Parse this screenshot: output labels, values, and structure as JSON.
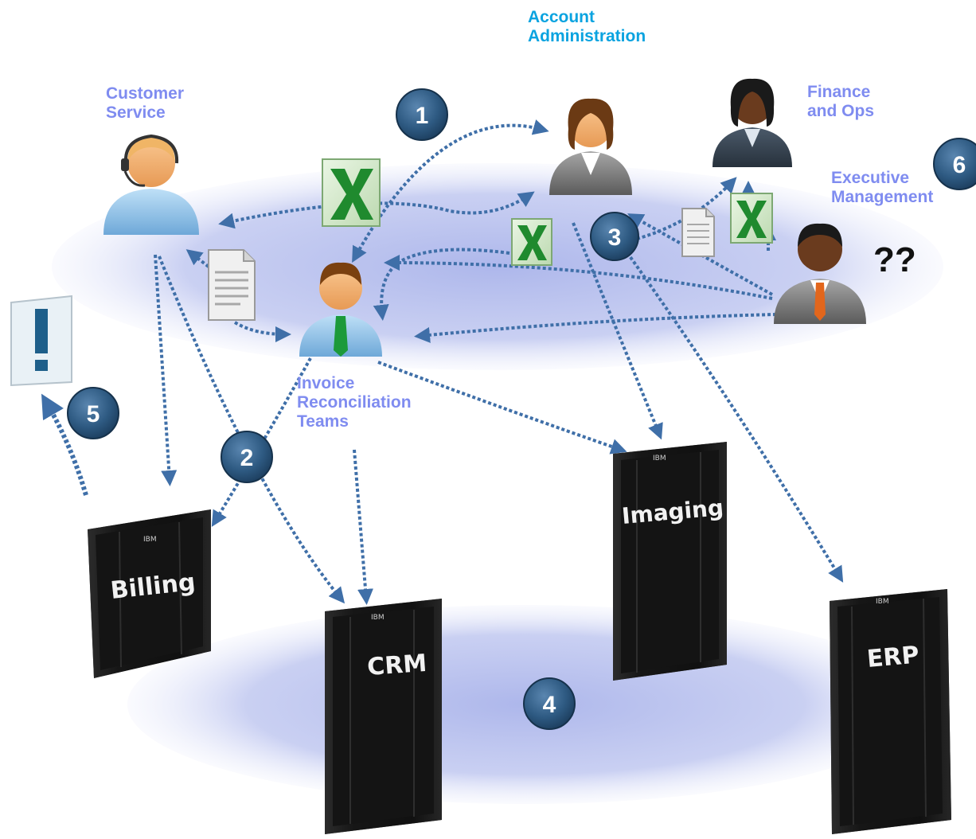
{
  "labels": {
    "account_admin": "Account\nAdministration",
    "customer_service": "Customer\nService",
    "finance_ops": "Finance\nand Ops",
    "executive": "Executive\nManagement",
    "invoice": "Invoice\nReconciliation\nTeams",
    "question": "??"
  },
  "badges": [
    "1",
    "2",
    "3",
    "4",
    "5",
    "6"
  ],
  "systems": {
    "billing": "Billing",
    "crm": "CRM",
    "imaging": "Imaging",
    "erp": "ERP",
    "brand": "IBM"
  },
  "colors": {
    "label_purple": "#7f8cf0",
    "label_cyan": "#0aa3e0",
    "arrow": "#3f6fa8",
    "ellipse": "#b9c2ee",
    "badge": "#2f5a82"
  },
  "icons": {
    "spreadsheet": "excel-icon",
    "document": "document-icon",
    "alert": "exclamation-icon"
  }
}
